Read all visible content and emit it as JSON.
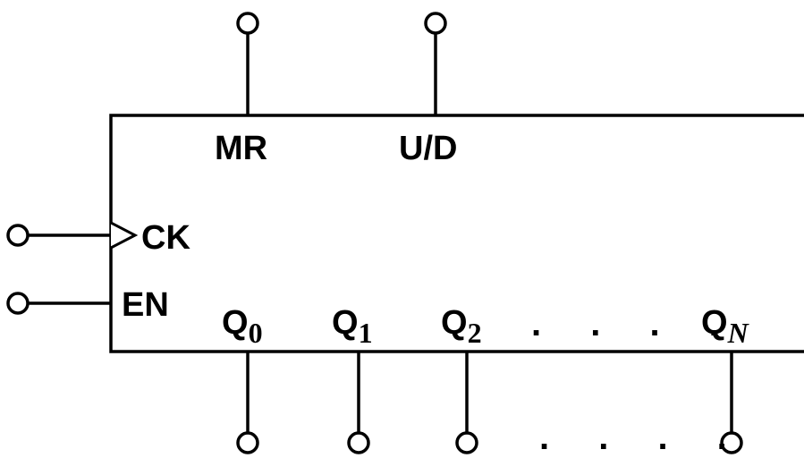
{
  "block": {
    "inputs": {
      "mr": "MR",
      "ud": "U/D",
      "ck": "CK",
      "en": "EN"
    },
    "outputs": [
      {
        "base": "Q",
        "index": "0",
        "italic": false
      },
      {
        "base": "Q",
        "index": "1",
        "italic": false
      },
      {
        "base": "Q",
        "index": "2",
        "italic": false
      },
      {
        "base": "Q",
        "index": "N",
        "italic": true
      }
    ],
    "ellipsis_label": ". . . .",
    "ellipsis_pins": ". . . ."
  }
}
